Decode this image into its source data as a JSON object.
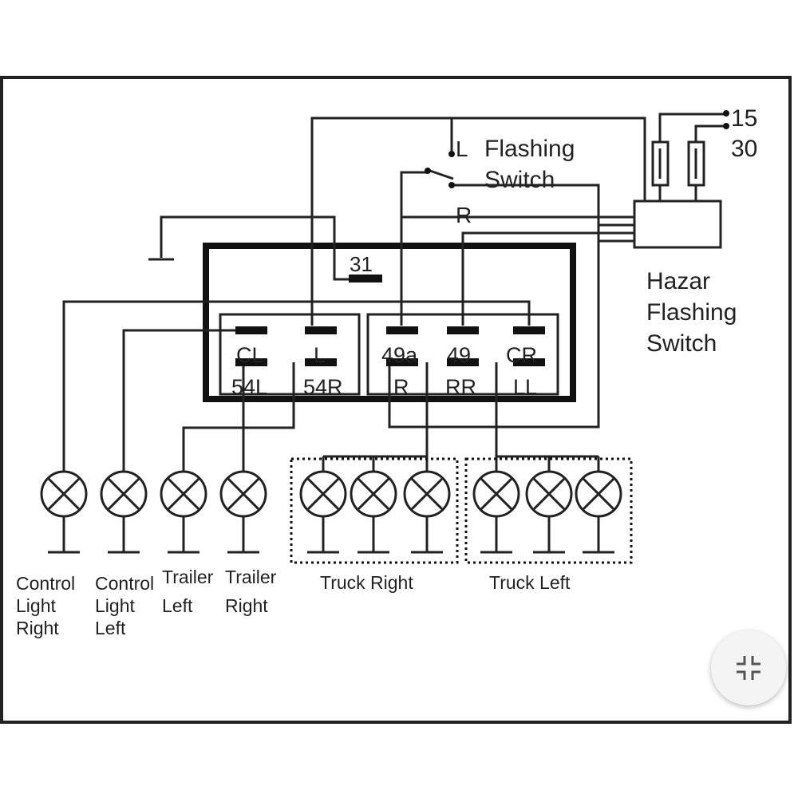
{
  "diagram": {
    "terminals": {
      "t15": "15",
      "t30": "30"
    },
    "switch": {
      "left": "L",
      "title_line1": "Flashing",
      "title_line2": "Switch",
      "right": "R"
    },
    "hazard": {
      "line1": "Hazar",
      "line2": "Flashing",
      "line3": "Switch"
    },
    "flasher": {
      "ground_pin": "31",
      "pins_top": [
        "CL",
        "L",
        "49a",
        "49",
        "CR"
      ],
      "pins_bottom": [
        "54L",
        "54R",
        "R",
        "RR",
        "LL"
      ]
    },
    "lamps": [
      {
        "line1": "Control",
        "line2": "Light",
        "line3": "Right"
      },
      {
        "line1": "Control",
        "line2": "Light",
        "line3": "Left"
      },
      {
        "line1": "Trailer",
        "line2": "Left",
        "line3": ""
      },
      {
        "line1": "Trailer",
        "line2": "Right",
        "line3": ""
      }
    ],
    "groups": {
      "truck_right": "Truck Right",
      "truck_left": "Truck Left"
    }
  },
  "controls": {
    "collapse_icon": "collapse-icon"
  }
}
